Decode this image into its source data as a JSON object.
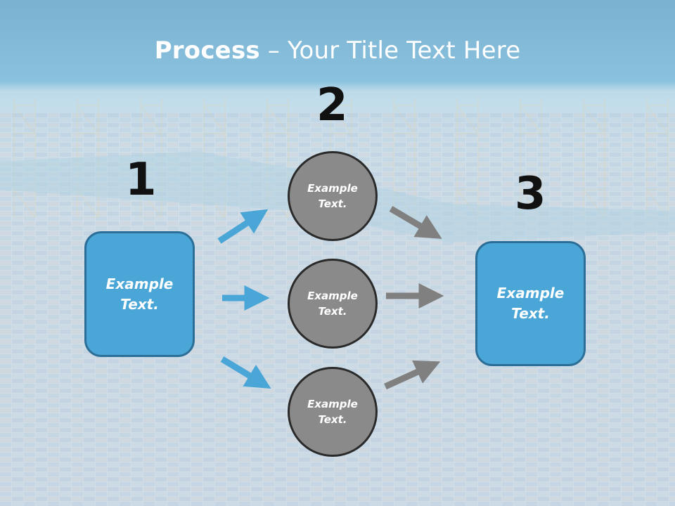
{
  "slide": {
    "title_bold": "Process",
    "title_rest": " – Your Title Text Here"
  },
  "steps": {
    "step1": {
      "number": "1",
      "line1": "Example",
      "line2": "Text."
    },
    "step2": {
      "number": "2",
      "circles": [
        {
          "line1": "Example",
          "line2": "Text."
        },
        {
          "line1": "Example",
          "line2": "Text."
        },
        {
          "line1": "Example",
          "line2": "Text."
        }
      ]
    },
    "step3": {
      "number": "3",
      "line1": "Example",
      "line2": "Text."
    }
  },
  "colors": {
    "box_fill": "#4aa6d6",
    "circle_fill": "#8a8a8a",
    "arrow_blue": "#4aa6d6",
    "arrow_gray": "#808080"
  }
}
